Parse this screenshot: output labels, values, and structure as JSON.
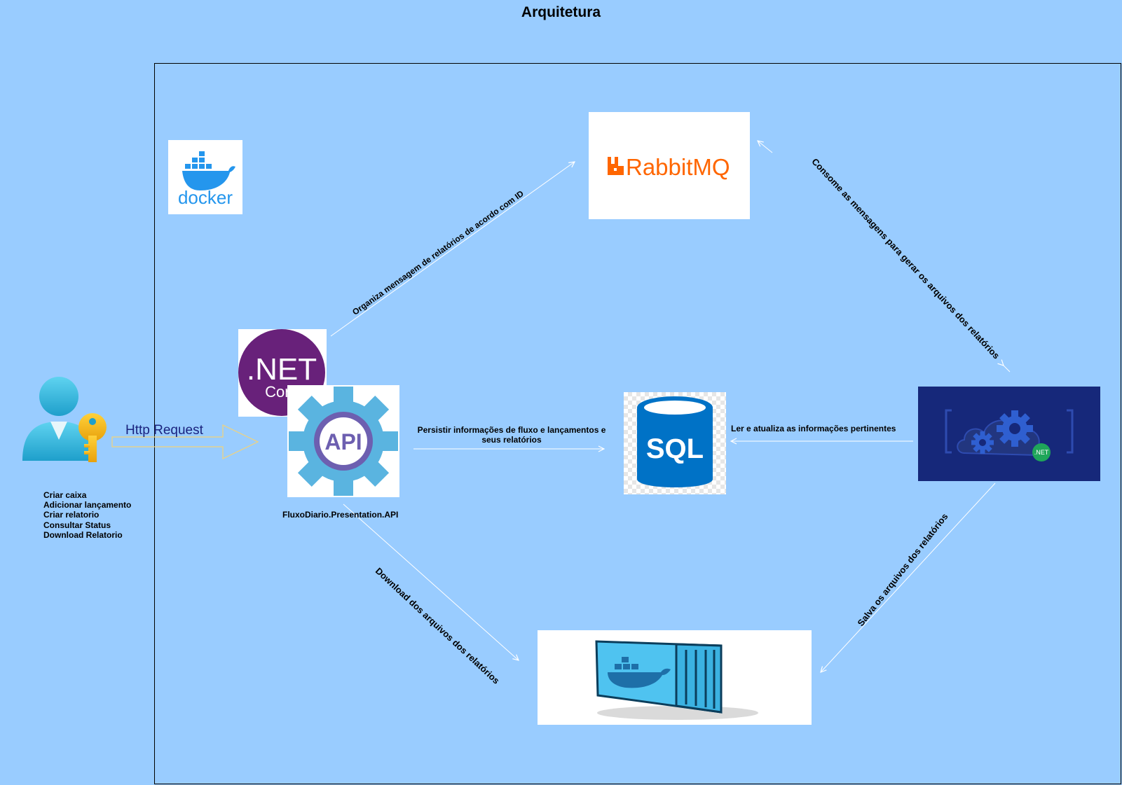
{
  "title": "Arquitetura",
  "user": {
    "actions": [
      "Criar caixa",
      "Adicionar lançamento",
      "Criar relatorio",
      "Consultar Status",
      "Download Relatorio"
    ]
  },
  "http_request": "Http Request",
  "docker_logo": {
    "text": "docker"
  },
  "rabbitmq_logo": {
    "text": "RabbitMQ"
  },
  "dotnet_logo": {
    "main": ".NET",
    "sub": "Core"
  },
  "api": {
    "icon_text": "API",
    "label": "FluxoDiario.Presentation.API"
  },
  "sql": {
    "icon_text": "SQL"
  },
  "worker": {
    "badge_text": ".NET"
  },
  "edges": {
    "api_to_rabbit": "Organiza mensagem de relatórios de acordo com ID",
    "worker_to_rabbit": "Consome as mensagens para gerar os arquivos dos relatórios",
    "api_to_sql_line1": "Persistir informações de fluxo e lançamentos  e",
    "api_to_sql_line2": "seus relatórios",
    "worker_to_sql": "Ler e atualiza as informações pertinentes",
    "api_to_storage": "Download dos arquivos dos relatórios",
    "worker_to_storage": "Salva os arquivos dos relatórios"
  },
  "colors": {
    "background": "#99CCFF",
    "dotnet_purple": "#68217A",
    "rabbit_orange": "#FF6600",
    "docker_blue": "#2496ED",
    "sql_blue": "#0072C6",
    "worker_navy": "#16287A",
    "api_blue": "#5AB4E0",
    "api_purple": "#6D5FB0"
  }
}
